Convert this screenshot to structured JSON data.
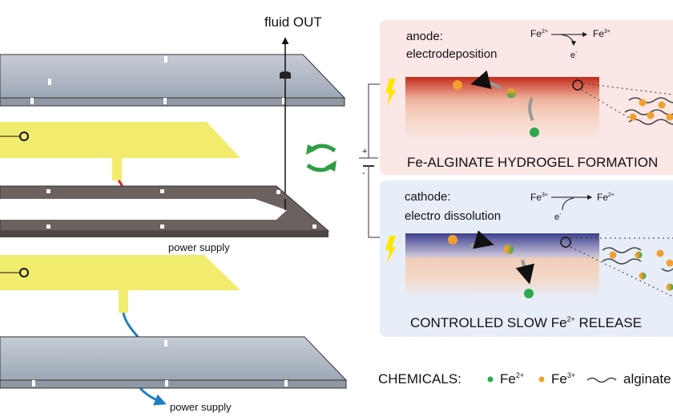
{
  "left": {
    "fluid_out_label": "fluid OUT",
    "power_supply_top": "power supply",
    "power_supply_bottom": "power supply",
    "battery_plus": "+",
    "battery_minus": "-"
  },
  "anode_panel": {
    "title_line1": "anode:",
    "title_line2": "electrodeposition",
    "reaction_from": "Fe",
    "reaction_from_charge": "2+",
    "reaction_to": "Fe",
    "reaction_to_charge": "3+",
    "electron": "e",
    "electron_charge": "-",
    "caption": "Fe-ALGINATE HYDROGEL FORMATION",
    "background": "#fbe7e6"
  },
  "cathode_panel": {
    "title_line1": "cathode:",
    "title_line2": "electro dissolution",
    "reaction_from": "Fe",
    "reaction_from_charge": "3+",
    "reaction_to": "Fe",
    "reaction_to_charge": "2+",
    "electron": "e",
    "electron_charge": "-",
    "caption_pre": "CONTROLLED SLOW Fe",
    "caption_charge": "2+",
    "caption_post": " RELEASE",
    "background": "#e7eef8"
  },
  "legend": {
    "label": "CHEMICALS:",
    "items": [
      {
        "text": "Fe",
        "charge": "2+",
        "color": "#2fa84f"
      },
      {
        "text": "Fe",
        "charge": "3+",
        "color": "#f0a030"
      },
      {
        "text": "alginate",
        "color": "#444444"
      }
    ]
  },
  "colors": {
    "plate": "#aab4c0",
    "electrode": "#f2ec6e",
    "gasket": "#6b625f",
    "wire_anode": "#d8261c",
    "wire_cathode": "#1f7fc0",
    "arrow_green": "#2e9e44",
    "lightning": "#ffe600"
  }
}
